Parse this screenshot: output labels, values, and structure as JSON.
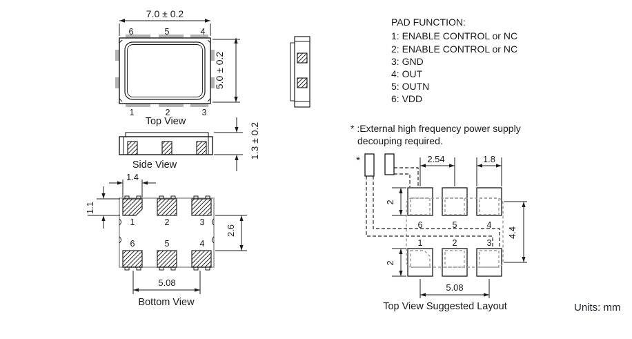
{
  "units_label": "Units: mm",
  "pad_function": {
    "title": "PAD FUNCTION:",
    "items": [
      "1: ENABLE CONTROL or NC",
      "2: ENABLE CONTROL or NC",
      "3: GND",
      "4: OUT",
      "5: OUTN",
      "6: VDD"
    ]
  },
  "note": {
    "line1": "* :External high frequency power supply",
    "line2": "decouping required."
  },
  "top_view": {
    "caption": "Top View",
    "dim_width": "7.0 ± 0.2",
    "dim_height": "5.0 ± 0.2",
    "pins_top": [
      "6",
      "5",
      "4"
    ],
    "pins_bottom": [
      "1",
      "2",
      "3"
    ]
  },
  "side_view": {
    "caption": "Side View",
    "dim_height": "1.3 ± 0.2"
  },
  "bottom_view": {
    "caption": "Bottom View",
    "dim_pad_width": "1.4",
    "dim_pad_height": "1.1",
    "dim_row_gap": "2.6",
    "dim_pitch": "5.08",
    "pins_top": [
      "1",
      "2",
      "3"
    ],
    "pins_bottom": [
      "6",
      "5",
      "4"
    ]
  },
  "layout": {
    "caption": "Top View Suggested Layout",
    "star": "*",
    "dim_pitch_top": "2.54",
    "dim_pad_width": "1.8",
    "dim_pad_height_top": "2",
    "dim_pad_height_bottom": "2",
    "dim_row_span": "4.4",
    "dim_pitch_bottom": "5.08",
    "pins_top": [
      "6",
      "5",
      "4"
    ],
    "pins_bottom": [
      "1",
      "2",
      "3"
    ]
  }
}
